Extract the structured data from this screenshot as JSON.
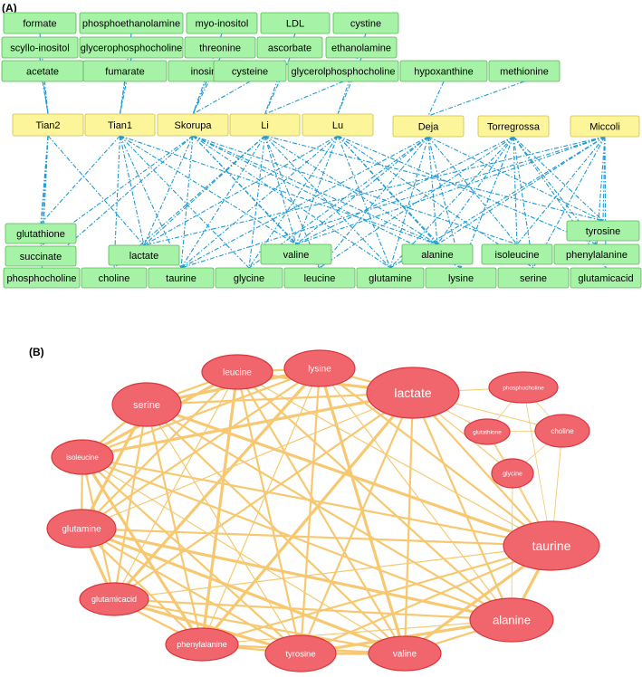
{
  "panels": {
    "a_label": "(A)",
    "b_label": "(B)"
  },
  "colors": {
    "metabolite_fill": "#a6f2a6",
    "study_fill": "#fdf59a",
    "edge_a": "#1e9ad6",
    "edge_b": "#f7c870",
    "node_b_fill": "#f0666c"
  },
  "panel_a": {
    "studies": [
      "Tian2",
      "Tian1",
      "Skorupa",
      "Li",
      "Lu",
      "Deja",
      "Torregrossa",
      "Miccoli"
    ],
    "top_metabolites": [
      "formate",
      "phosphoethanolamine",
      "myo-inositol",
      "LDL",
      "cystine",
      "scyllo-inositol",
      "glycerophosphocholine",
      "threonine",
      "ascorbate",
      "ethanolamine",
      "acetate",
      "fumarate",
      "inosine",
      "cysteine",
      "glycerolphosphocholine",
      "hypoxanthine",
      "methionine"
    ],
    "bottom_metabolites": [
      "glutathione",
      "tyrosine",
      "succinate",
      "lactate",
      "valine",
      "alanine",
      "isoleucine",
      "phenylalanine",
      "phosphocholine",
      "choline",
      "taurine",
      "glycine",
      "leucine",
      "glutamine",
      "lysine",
      "serine",
      "glutamicacid"
    ]
  },
  "panel_b": {
    "nodes": [
      "leucine",
      "lysine",
      "lactate",
      "serine",
      "phosphocholine",
      "glutathione",
      "choline",
      "isoleucine",
      "glycine",
      "glutamine",
      "taurine",
      "glutamicacid",
      "alanine",
      "phenylalanine",
      "tyrosine",
      "valine"
    ]
  }
}
